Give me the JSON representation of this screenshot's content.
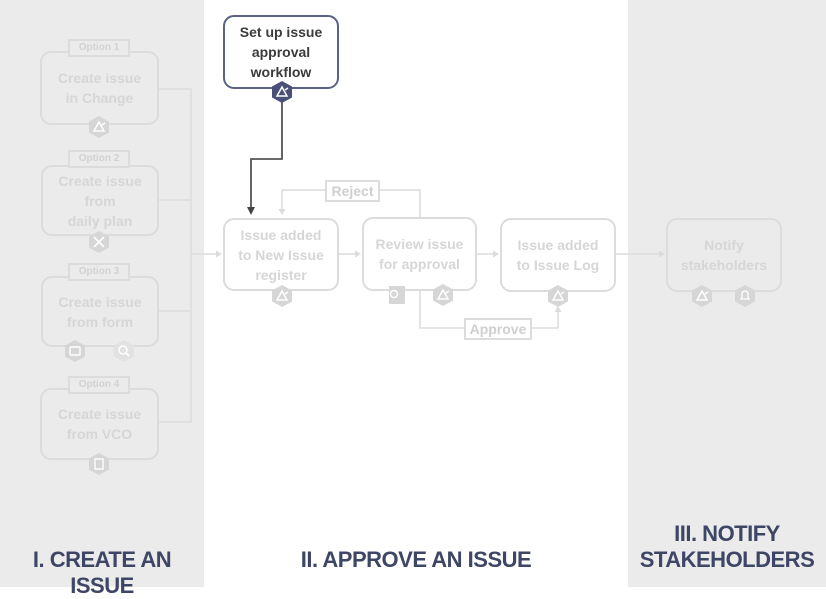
{
  "lanes": {
    "create": "I. CREATE AN ISSUE",
    "approve": "II. APPROVE AN ISSUE",
    "notify": "III. NOTIFY\nSTAKEHOLDERS"
  },
  "options": [
    {
      "label": "Option 1",
      "text": "Create issue\nin Change"
    },
    {
      "label": "Option 2",
      "text": "Create issue\nfrom\ndaily plan"
    },
    {
      "label": "Option 3",
      "text": "Create issue\nfrom form"
    },
    {
      "label": "Option 4",
      "text": "Create issue\nfrom VCO"
    }
  ],
  "steps": {
    "setup": "Set up issue\napproval\nworkflow",
    "added_new": "Issue added\nto New Issue\nregister",
    "review": "Review issue\nfor approval",
    "added_log": "Issue added\nto Issue Log",
    "notify": "Notify\nstakeholders"
  },
  "branches": {
    "reject": "Reject",
    "approve": "Approve"
  },
  "colors": {
    "active_border": "#5b6286",
    "inactive": "#dcdcdc",
    "title": "#3e4666",
    "lane_bg": "#ebebeb"
  },
  "icons": [
    "workflow-icon",
    "tools-icon",
    "form-icon",
    "search-icon",
    "document-icon",
    "outlook-icon",
    "bell-icon"
  ]
}
